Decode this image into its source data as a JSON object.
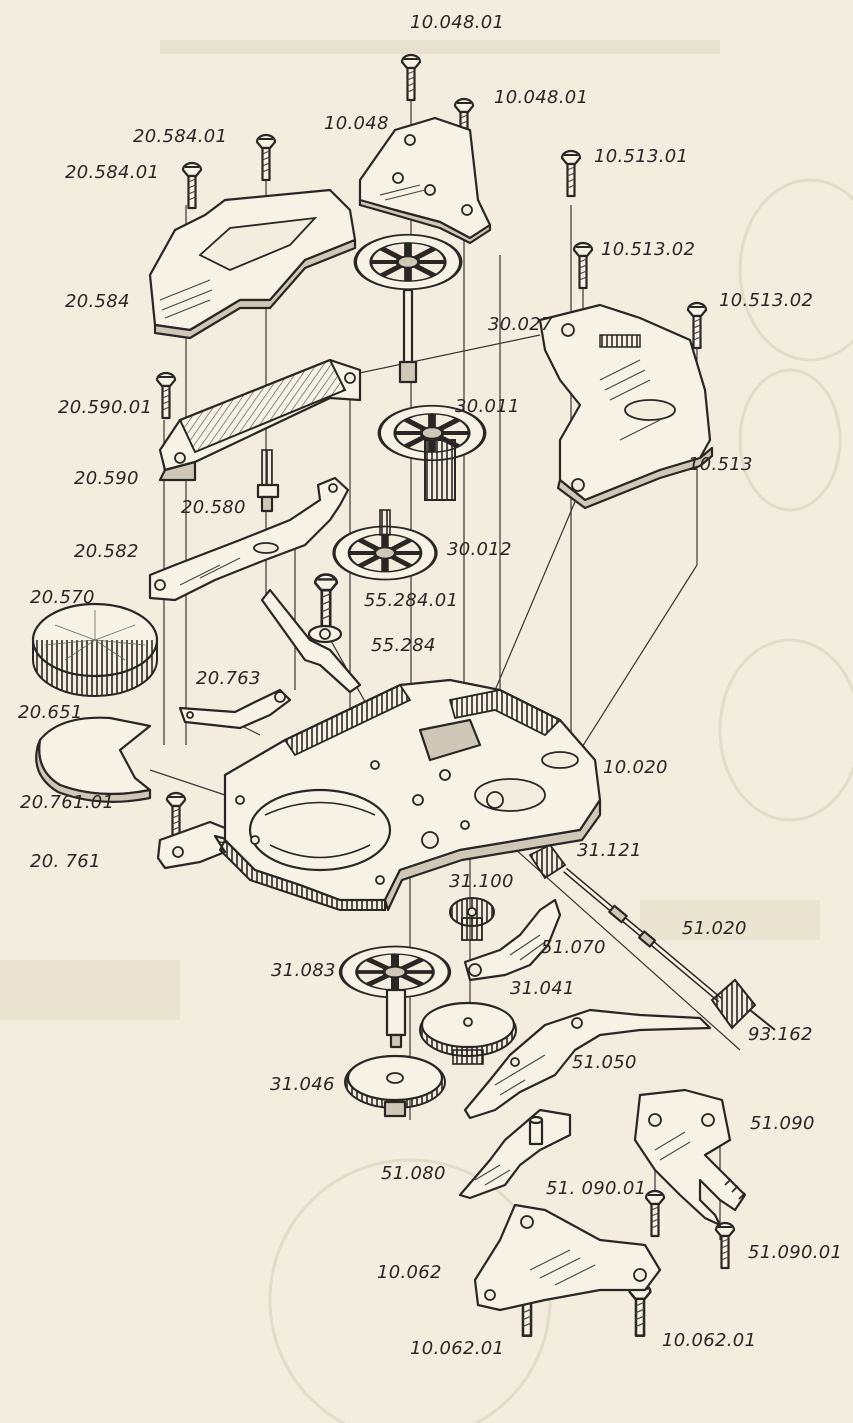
{
  "labels": {
    "screw_10_048_01_a": "10.048.01",
    "screw_10_048_01_b": "10.048.01",
    "bridge_10_048": "10.048",
    "screw_20_584_01_a": "20.584.01",
    "screw_20_584_01_b": "20.584.01",
    "screw_10_513_01": "10.513.01",
    "screw_10_513_02_a": "10.513.02",
    "screw_10_513_02_b": "10.513.02",
    "bridge_20_584": "20.584",
    "wheel_30_027": "30.027",
    "screw_20_590_01": "20.590.01",
    "wheel_30_011": "30.011",
    "barrel_bridge_20_590": "20.590",
    "plate_10_513": "10.513",
    "pinion_20_580": "20.580",
    "lever_20_582": "20.582",
    "wheel_30_012": "30.012",
    "disk_20_570": "20.570",
    "screw_55_284_01": "55.284.01",
    "lever_55_284": "55.284",
    "spring_20_763": "20.763",
    "part_20_651": "20.651",
    "main_plate_10_020": "10.020",
    "part_20_761_01": "20.761.01",
    "clip_20_761": "20. 761",
    "sleeve_31_121": "31.121",
    "pinion_31_100": "31.100",
    "stem_51_020": "51.020",
    "lever_51_070": "51.070",
    "wheel_31_083": "31.083",
    "wheel_31_041": "31.041",
    "crown_93_162": "93.162",
    "lever_51_050": "51.050",
    "wheel_31_046": "31.046",
    "plate_51_090": "51.090",
    "lever_51_080": "51.080",
    "screw_51_090_01_a": "51. 090.01",
    "screw_51_090_01_b": "51.090.01",
    "bridge_10_062": "10.062",
    "screw_10_062_01_a": "10.062.01",
    "screw_10_062_01_b": "10.062.01"
  }
}
